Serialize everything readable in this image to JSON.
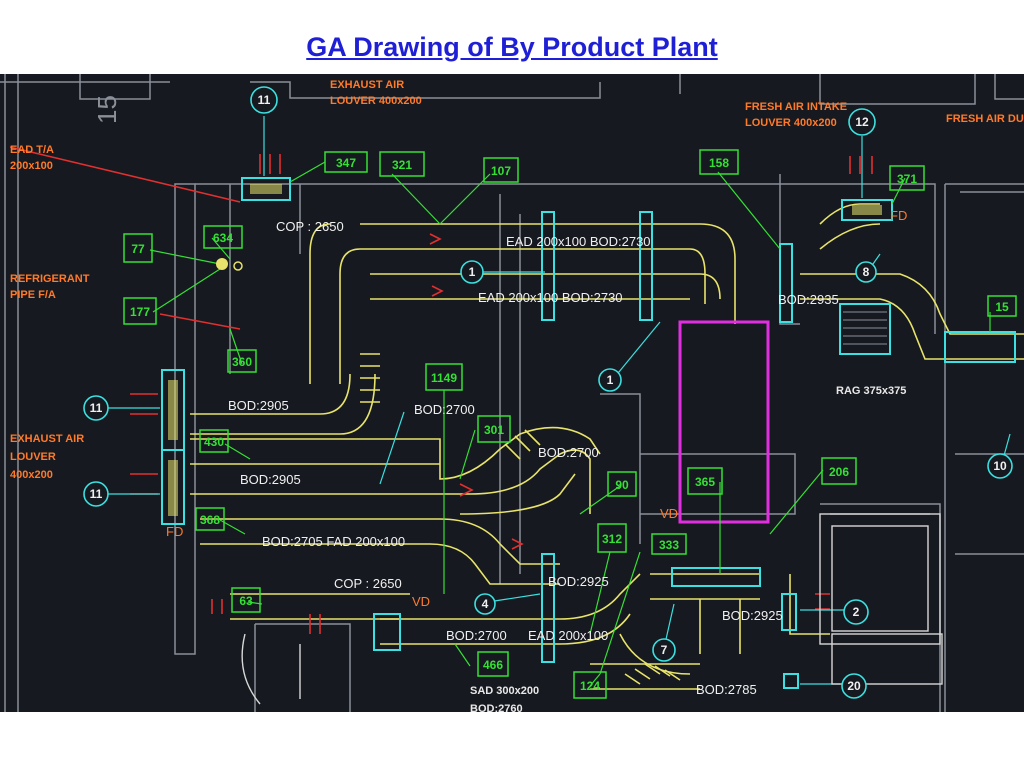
{
  "title": "GA Drawing of By Product Plant",
  "colors": {
    "background": "#16191f",
    "duct": "#e8e36a",
    "label": "#ff7a2a",
    "tag": "#35e035",
    "ref": "#3be0e0",
    "grille": "#3be0e0",
    "wall": "#8a8f98",
    "leader": "#e03030",
    "highlight": "#e02ee0",
    "title": "#1f1fd6"
  },
  "labels": {
    "exhaust_air_louver_top_1": "EXHAUST AIR",
    "exhaust_air_louver_top_2": "LOUVER 400x200",
    "ead_ta_1": "EAD T/A",
    "ead_ta_2": "200x100",
    "refrigerant_1": "REFRIGERANT",
    "refrigerant_2": "PIPE F/A",
    "exhaust_air_louver_left_1": "EXHAUST AIR",
    "exhaust_air_louver_left_2": "LOUVER",
    "exhaust_air_louver_left_3": "400x200",
    "fresh_air_intake_1": "FRESH AIR INTAKE",
    "fresh_air_intake_2": "LOUVER 400x200",
    "fresh_air_dum": "FRESH AIR DUM",
    "rag": "RAG 375x375",
    "grid_15": "15",
    "sad": "SAD 300x200",
    "sad_cut": "BOD:2760"
  },
  "duct_labels": {
    "cop_2650_top": "COP : 2650",
    "ead_bod_2730_a": "EAD 200x100 BOD:2730",
    "ead_bod_2730_b": "EAD 200x100 BOD:2730",
    "bod_2935": "BOD:2935",
    "bod_2905_a": "BOD:2905",
    "bod_2905_b": "BOD:2905",
    "bod_2700_a": "BOD:2700",
    "bod_2700_b": "BOD:2700",
    "bod_2705_fad": "BOD:2705 FAD 200x100",
    "cop_2650_bottom": "COP : 2650",
    "bod_2925_a": "BOD:2925",
    "bod_2925_b": "BOD:2925",
    "bod_2700_ead": "BOD:2700",
    "ead_200x100": "EAD 200x100",
    "bod_2785": "BOD:2785",
    "vd_left": "VD",
    "vd_right": "VD",
    "fd_left": "FD",
    "fd_right": "FD"
  },
  "tags": {
    "t347": "347",
    "t321": "321",
    "t107": "107",
    "t158": "158",
    "t371": "371",
    "t634": "634",
    "t77": "77",
    "t177": "177",
    "t360": "360",
    "t430": "430",
    "t368": "368",
    "t1149": "1149",
    "t301": "301",
    "t90": "90",
    "t312": "312",
    "t333": "333",
    "t365": "365",
    "t206": "206",
    "t63": "63",
    "t466": "466",
    "t124": "124",
    "t15": "15"
  },
  "refs": {
    "r11_top": "11",
    "r12": "12",
    "r11_left_a": "11",
    "r11_left_b": "11",
    "r1_a": "1",
    "r1_b": "1",
    "r8": "8",
    "r10": "10",
    "r4": "4",
    "r7": "7",
    "r2": "2",
    "r20": "20"
  }
}
